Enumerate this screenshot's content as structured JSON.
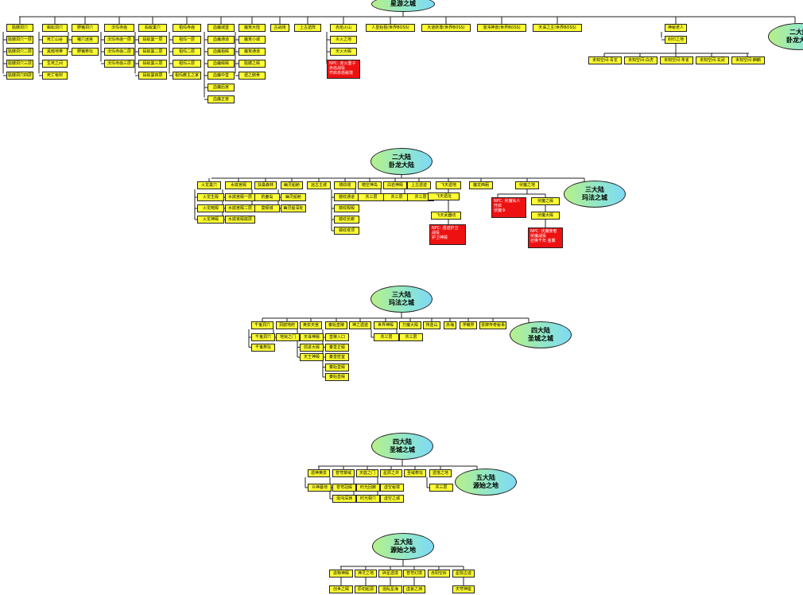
{
  "star_city": {
    "title": "星游之城",
    "columns": [
      {
        "head": "骷髅洞穴",
        "items": [
          "骷髅洞穴一层",
          "骷髅洞穴二层",
          "骷髅洞穴三层",
          "骷髅洞穴四层"
        ]
      },
      {
        "head": "蝎蚣洞穴",
        "items": [
          "死亡山谷",
          "黑暗地带",
          "生死之间",
          "死亡棺材"
        ]
      },
      {
        "head": "野猪洞穴",
        "items": [
          "猪穴迷宫",
          "野猪祭坛"
        ]
      },
      {
        "head": "沃玛寺庙",
        "items": [
          "沃玛寺庙一层",
          "沃玛寺庙二层",
          "沃玛寺庙三层"
        ]
      },
      {
        "head": "蚂蚁巢穴",
        "items": [
          "蚂蚁巢一层",
          "蚂蚁巢二层",
          "蚂蚁巢三层",
          "蚂蚁巢四层"
        ]
      },
      {
        "head": "祖玛寺庙",
        "items": [
          "祖玛一层",
          "祖玛二层",
          "祖玛三层",
          "祖玛教主之家"
        ]
      },
      {
        "head": "血魔城堡",
        "items": [
          "血魔通道",
          "血魔祖殿",
          "血魔殿殿",
          "血魔中堂",
          "血魔后宫",
          "血魔正宫"
        ]
      },
      {
        "head": "魔荒大陆",
        "items": [
          "魔荒小城",
          "魔荒通道",
          "骷髅之殿",
          "遗之骸骨"
        ]
      },
      {
        "head": "古战场",
        "items": []
      },
      {
        "head": "上古遗阵",
        "items": []
      },
      {
        "head": "赤焰火山",
        "items": [
          "炎火之地",
          "天火大殿"
        ],
        "red": [
          "NPC: 赤火重子",
          "赤焰战役",
          "开启赤焰秘境"
        ]
      },
      {
        "head": "人皇始祖(世界BOSS)",
        "items": []
      },
      {
        "head": "大道妖尊(世界BOSS)",
        "items": []
      },
      {
        "head": "混沌神兽(世界BOSS)",
        "items": []
      },
      {
        "head": "天诛之主(世界BOSS)",
        "items": []
      },
      {
        "head": "神秘老人",
        "items": [
          "封印之地"
        ],
        "sub": [
          "未知空间-青龙",
          "未知空间-白虎",
          "未知空间-朱雀",
          "未知空间-玄武",
          "未知空间-麒麟"
        ]
      }
    ],
    "next": [
      "二大陆",
      "卧龙大陆"
    ]
  },
  "continent2": {
    "title": [
      "二大陆",
      "卧龙大陆"
    ],
    "columns": [
      {
        "head": "火龙巢穴",
        "items": [
          "火龙生殿",
          "火龙暗殿",
          "火龙神殿"
        ]
      },
      {
        "head": "水底宫殿",
        "items": [
          "水底宫殿一层",
          "水底宫殿二层",
          "水底宫殿底层"
        ]
      },
      {
        "head": "扶桑森林",
        "items": [
          "豹鹿岛",
          "莫顿城"
        ]
      },
      {
        "head": "幽灵船舱",
        "items": [
          "幽灵船舱",
          "幽灵船深处"
        ]
      },
      {
        "head": "远古主城",
        "items": []
      },
      {
        "head": "镜纹塔",
        "items": [
          "镜纹通道",
          "镜纹殿殿",
          "镜纹长廊",
          "镜纹塔顶"
        ]
      },
      {
        "head": "暗空神岛",
        "items": [
          "共三层"
        ]
      },
      {
        "head": "白岩神殿",
        "items": [
          "共三层"
        ]
      },
      {
        "head": "上古遗迹",
        "items": [
          "共三层"
        ]
      },
      {
        "head": "飞天遗地",
        "items": [
          "飞天遗址",
          "飞天武器坊"
        ],
        "red": [
          "NPC: 遗迹护卫",
          "战役",
          "护卫神殿"
        ]
      },
      {
        "head": "魔龙西厢",
        "items": []
      },
      {
        "head": "伏魔之地",
        "items": [
          "伏魔之殿",
          "伏魔大殿"
        ],
        "red": [
          "NPC: 伏魔仙人",
          "开启",
          "伏魔令"
        ],
        "red2": [
          "NPC: 伏魔使者",
          "伏魔战役",
          "召唤千年·金翼"
        ]
      }
    ],
    "next": [
      "三大陆",
      "玛法之城"
    ]
  },
  "continent3": {
    "title": [
      "三大陆",
      "玛法之城"
    ],
    "columns": [
      {
        "head": "千鬼洞穴",
        "items": [
          "千鬼洞穴",
          "千鬼祭坛"
        ]
      },
      {
        "head": "洞窟地府",
        "items": [
          "地狱之门"
        ]
      },
      {
        "head": "黄泉天宫",
        "items": [
          "天诛神殿",
          "前进大殿",
          "天王神殿"
        ]
      },
      {
        "head": "秦始皇陵",
        "items": [
          "皇陵入口",
          "秦皇正殿",
          "秦皇密室",
          "秦始皇殿",
          "秦始皇殿"
        ]
      },
      {
        "head": "神之遗迹",
        "items": []
      },
      {
        "head": "世界神殿",
        "items": [
          "共三层"
        ]
      },
      {
        "head": "万魔大殿",
        "items": [
          "共三层"
        ]
      },
      {
        "head": "伟蓝山",
        "items": []
      },
      {
        "head": "赤海",
        "items": []
      },
      {
        "head": "浮曦界",
        "items": []
      },
      {
        "head": "冒牌传奇秘事",
        "items": []
      }
    ],
    "next": [
      "四大陆",
      "圣城之城"
    ]
  },
  "continent4": {
    "title": [
      "四大陆",
      "圣城之城"
    ],
    "columns": [
      {
        "head": "遗神黄泉",
        "items": [
          "众神墓地"
        ]
      },
      {
        "head": "苍穹禁域",
        "items": [
          "苍穹冠殿",
          "混沌深渊"
        ]
      },
      {
        "head": "天庭之门",
        "items": [
          "时光回廊",
          "时光裂穴"
        ]
      },
      {
        "head": "星辰之井",
        "items": [
          "虚空秘境",
          "虚空之城"
        ]
      },
      {
        "head": "圣域祭坛",
        "items": []
      },
      {
        "head": "遗落之地",
        "items": [
          "共三层"
        ]
      }
    ],
    "next": [
      "五大陆",
      "源始之地"
    ]
  },
  "continent5": {
    "title": [
      "五大陆",
      "源始之地"
    ],
    "columns": [
      {
        "head": "造物神殿",
        "items": [
          "创世之殿"
        ]
      },
      {
        "head": "神灵之地",
        "items": [
          "原初起源"
        ]
      },
      {
        "head": "碎星遗境",
        "items": [
          "混乱星海"
        ]
      },
      {
        "head": "苍穹幻境",
        "items": [
          "虚妄之渊"
        ]
      },
      {
        "head": "赤阳空岭",
        "items": []
      },
      {
        "head": "星陨古迹",
        "items": [
          "天穹神座"
        ]
      }
    ]
  }
}
